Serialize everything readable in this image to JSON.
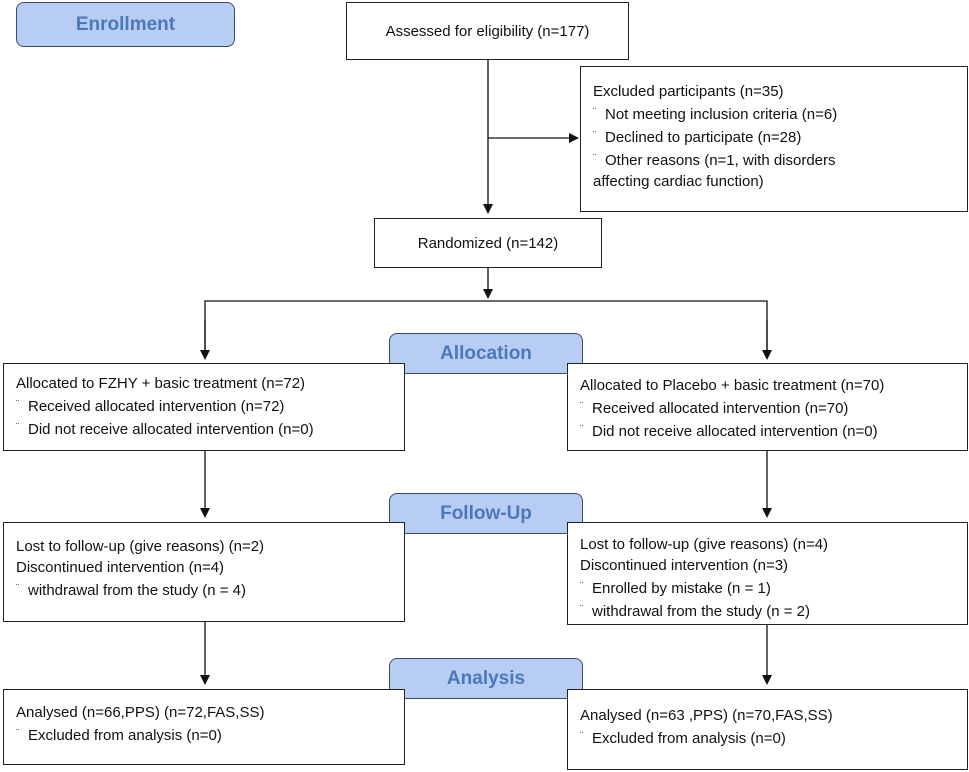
{
  "stages": {
    "enrollment": "Enrollment",
    "allocation": "Allocation",
    "follow_up": "Follow-Up",
    "analysis": "Analysis"
  },
  "assessed": "Assessed for eligibility (n=177)",
  "excluded": {
    "title": "Excluded participants (n=35)",
    "items": [
      "Not meeting inclusion criteria (n=6)",
      "Declined to participate (n=28)",
      "Other reasons (n=1, with disorders"
    ],
    "continuation": "affecting cardiac function)"
  },
  "randomized": "Randomized (n=142)",
  "left": {
    "allocation": {
      "title": "Allocated to FZHY + basic treatment (n=72)",
      "items": [
        "Received allocated intervention (n=72)",
        "Did not receive allocated intervention (n=0)"
      ]
    },
    "follow_up": {
      "lines": [
        "Lost to follow-up (give reasons) (n=2)",
        "Discontinued intervention (n=4)"
      ],
      "items": [
        "withdrawal from the study (n = 4)"
      ]
    },
    "analysis": {
      "title": "Analysed (n=66,PPS) (n=72,FAS,SS)",
      "items": [
        "Excluded from analysis (n=0)"
      ]
    }
  },
  "right": {
    "allocation": {
      "title": "Allocated to Placebo + basic treatment (n=70)",
      "items": [
        "Received allocated intervention (n=70)",
        "Did not receive allocated intervention (n=0)"
      ]
    },
    "follow_up": {
      "lines": [
        "Lost to follow-up (give reasons) (n=4)",
        "Discontinued intervention (n=3)"
      ],
      "items": [
        "Enrolled by mistake (n = 1)",
        "withdrawal from the study (n = 2)"
      ]
    },
    "analysis": {
      "title": "Analysed (n=63 ,PPS) (n=70,FAS,SS)",
      "items": [
        "Excluded from analysis (n=0)"
      ]
    }
  },
  "bullet_glyph": "¨"
}
